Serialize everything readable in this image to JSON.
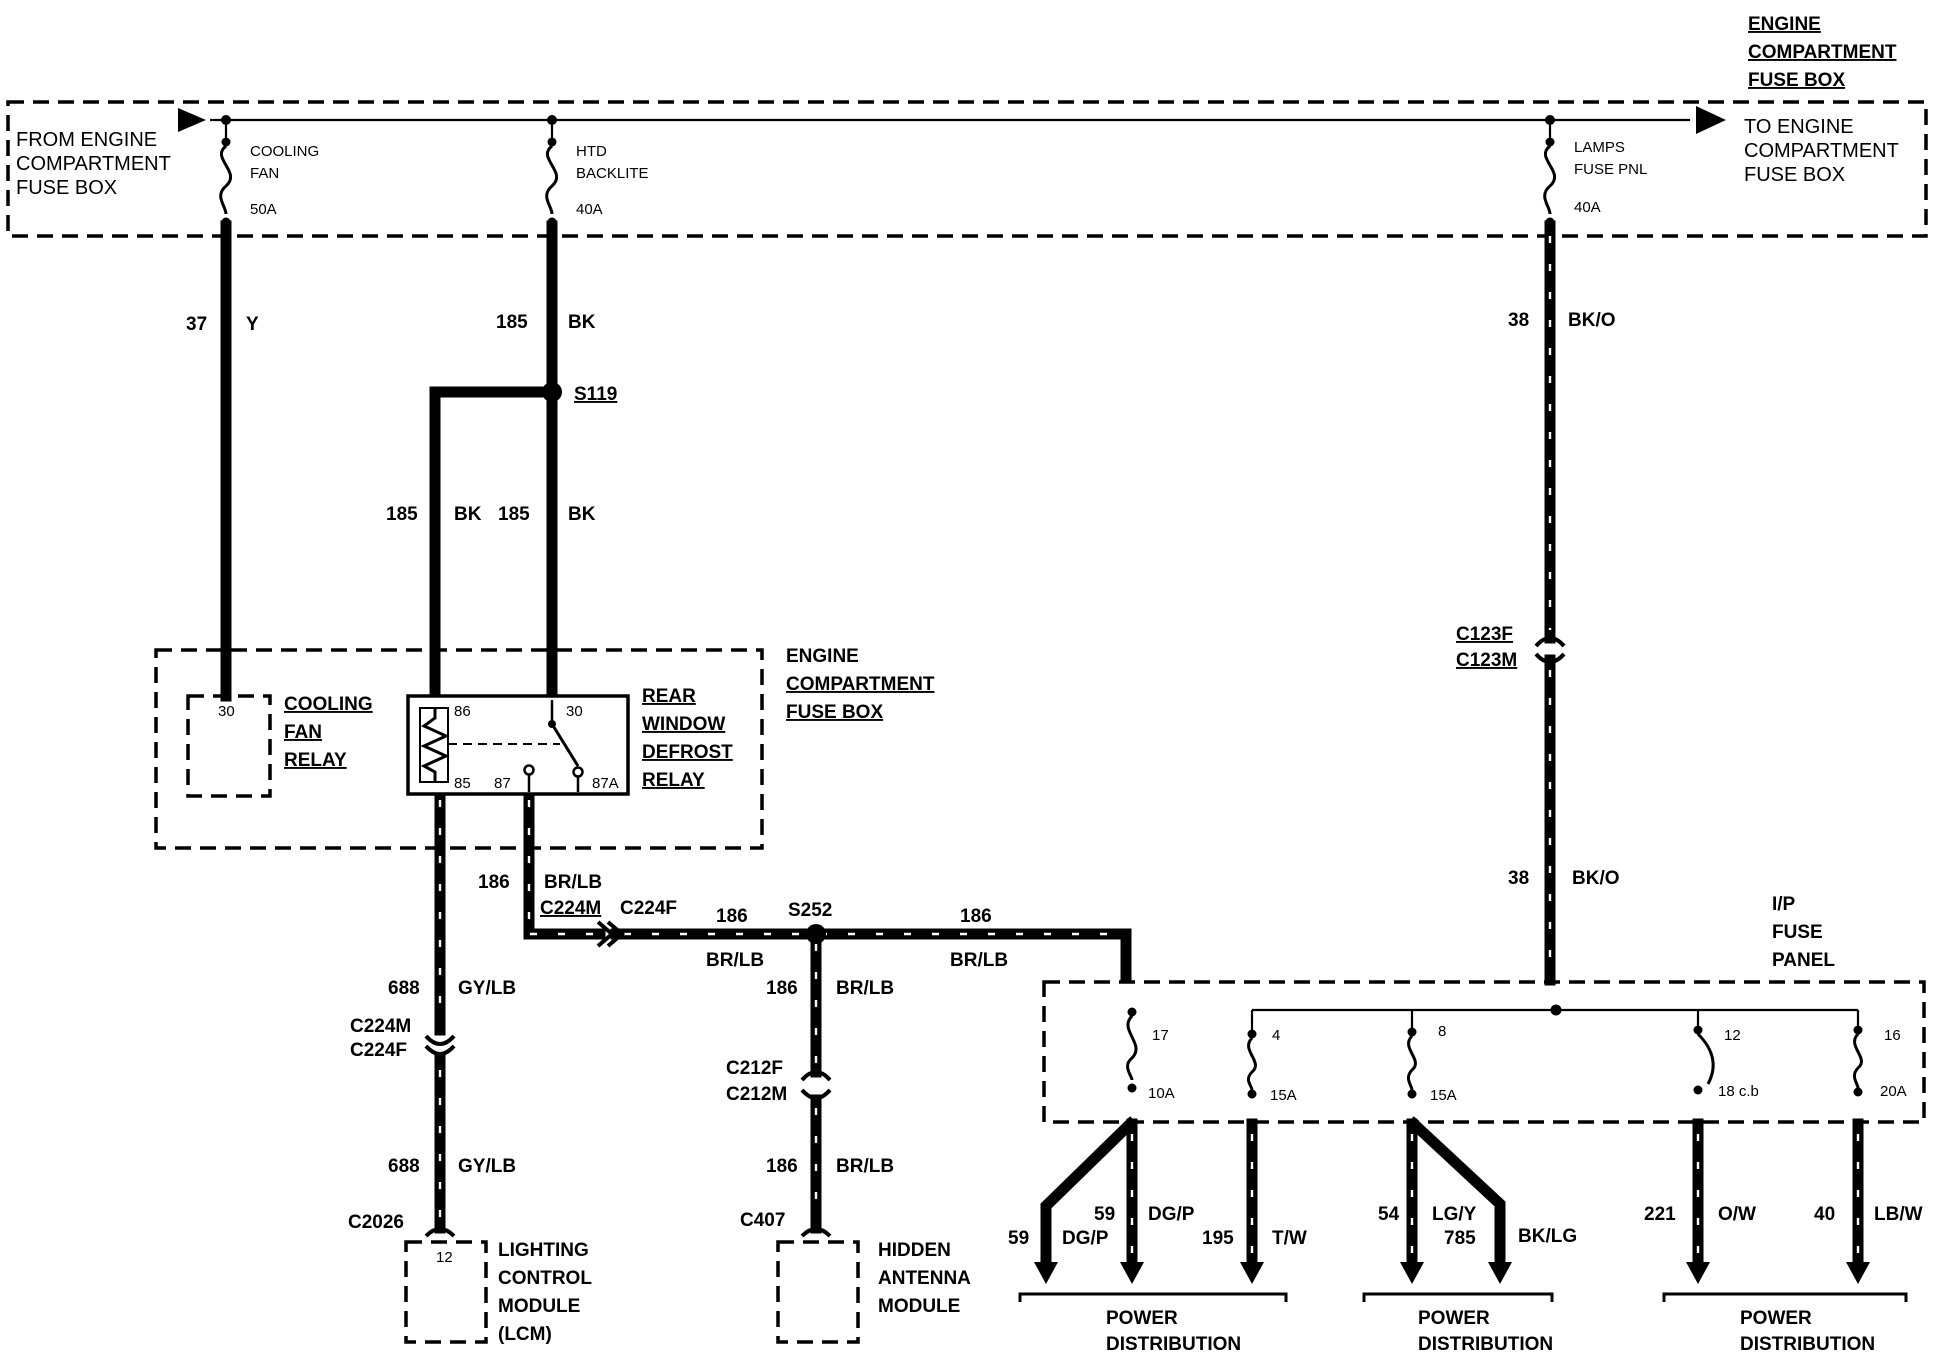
{
  "boxes": {
    "top_left": [
      "FROM ENGINE",
      "COMPARTMENT",
      "FUSE BOX"
    ],
    "top_right": [
      "TO ENGINE",
      "COMPARTMENT",
      "FUSE BOX"
    ],
    "top_header": [
      "ENGINE",
      "COMPARTMENT",
      "FUSE BOX"
    ],
    "relay_box": [
      "ENGINE",
      "COMPARTMENT",
      "FUSE BOX"
    ],
    "ip_panel": [
      "I/P",
      "FUSE",
      "PANEL"
    ]
  },
  "top_fuses": [
    {
      "name1": "COOLING",
      "name2": "FAN",
      "amp": "50A"
    },
    {
      "name1": "HTD",
      "name2": "BACKLITE",
      "amp": "40A"
    },
    {
      "name1": "LAMPS",
      "name2": "FUSE PNL",
      "amp": "40A"
    }
  ],
  "relays": {
    "cooling_fan": {
      "name": [
        "COOLING",
        "FAN",
        "RELAY"
      ],
      "pin": "30"
    },
    "rear_defrost": {
      "name": [
        "REAR",
        "WINDOW",
        "DEFROST",
        "RELAY"
      ],
      "pins": [
        "86",
        "30",
        "85",
        "87",
        "87A"
      ]
    }
  },
  "splices": [
    "S119",
    "S252"
  ],
  "wires": [
    {
      "circuit": "37",
      "color": "Y"
    },
    {
      "circuit": "185",
      "color": "BK"
    },
    {
      "circuit": "185",
      "color": "BK"
    },
    {
      "circuit": "185",
      "color": "BK"
    },
    {
      "circuit": "38",
      "color": "BK/O"
    },
    {
      "circuit": "38",
      "color": "BK/O"
    },
    {
      "circuit": "186",
      "color": "BR/LB"
    },
    {
      "circuit": "186",
      "color": "BR/LB"
    },
    {
      "circuit": "186",
      "color": "BR/LB"
    },
    {
      "circuit": "186",
      "color": "BR/LB"
    },
    {
      "circuit": "186",
      "color": "BR/LB"
    },
    {
      "circuit": "688",
      "color": "GY/LB"
    },
    {
      "circuit": "688",
      "color": "GY/LB"
    }
  ],
  "connectors": {
    "c123": [
      "C123F",
      "C123M"
    ],
    "c224_top": [
      "C224M",
      "C224F"
    ],
    "c224_left": [
      "C224M",
      "C224F"
    ],
    "c212": [
      "C212F",
      "C212M"
    ],
    "c2026": "C2026",
    "c407": "C407"
  },
  "modules": {
    "lcm": {
      "name": [
        "LIGHTING",
        "CONTROL",
        "MODULE",
        "(LCM)"
      ],
      "pin": "12"
    },
    "antenna": {
      "name": [
        "HIDDEN",
        "ANTENNA",
        "MODULE"
      ]
    }
  },
  "ip_fuses": [
    {
      "num": "17",
      "amp": "10A"
    },
    {
      "num": "4",
      "amp": "15A"
    },
    {
      "num": "8",
      "amp": "15A"
    },
    {
      "num": "12",
      "amp": "18 c.b"
    },
    {
      "num": "16",
      "amp": "20A"
    }
  ],
  "outputs": [
    {
      "circuit": "59",
      "color": "DG/P"
    },
    {
      "circuit": "59",
      "color": "DG/P"
    },
    {
      "circuit": "195",
      "color": "T/W"
    },
    {
      "circuit": "54",
      "color": "LG/Y"
    },
    {
      "circuit": "785",
      "color": "BK/LG"
    },
    {
      "circuit": "221",
      "color": "O/W"
    },
    {
      "circuit": "40",
      "color": "LB/W"
    }
  ],
  "power_distribution": [
    "POWER",
    "DISTRIBUTION"
  ]
}
